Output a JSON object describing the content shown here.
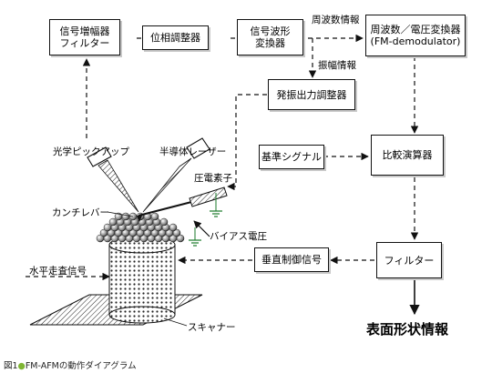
{
  "diagram": {
    "boxes": {
      "amp_filter": [
        "信号増幅器",
        "フィルター"
      ],
      "phase": "位相調整器",
      "waveform": [
        "信号波形",
        "変換器"
      ],
      "fm_demod": [
        "周波数／電圧変換器",
        "(FM-demodulator)"
      ],
      "osc": "発振出力調整器",
      "reference": "基準シグナル",
      "comparator": "比較演算器",
      "filter": "フィルター",
      "vertical": "垂直制御信号"
    },
    "labels": {
      "freq_info": "周波数情報",
      "amp_info": "振幅情報",
      "photodetector": "光学ピックアップ",
      "laser": "半導体レーザー",
      "piezo": "圧電素子",
      "cantilever": "カンチレバー",
      "bias": "バイアス電圧",
      "horizontal": "水平走査信号",
      "scanner": "スキャナー",
      "output": "表面形状情報"
    },
    "caption": {
      "prefix": "図1",
      "bullet": "●",
      "text": "FM-AFMの動作ダイアグラム"
    }
  },
  "colors": {
    "line": "#111111",
    "shadow": "#c9c9c9",
    "bullet": "#7fb534",
    "ground": "#1a7a2a"
  }
}
